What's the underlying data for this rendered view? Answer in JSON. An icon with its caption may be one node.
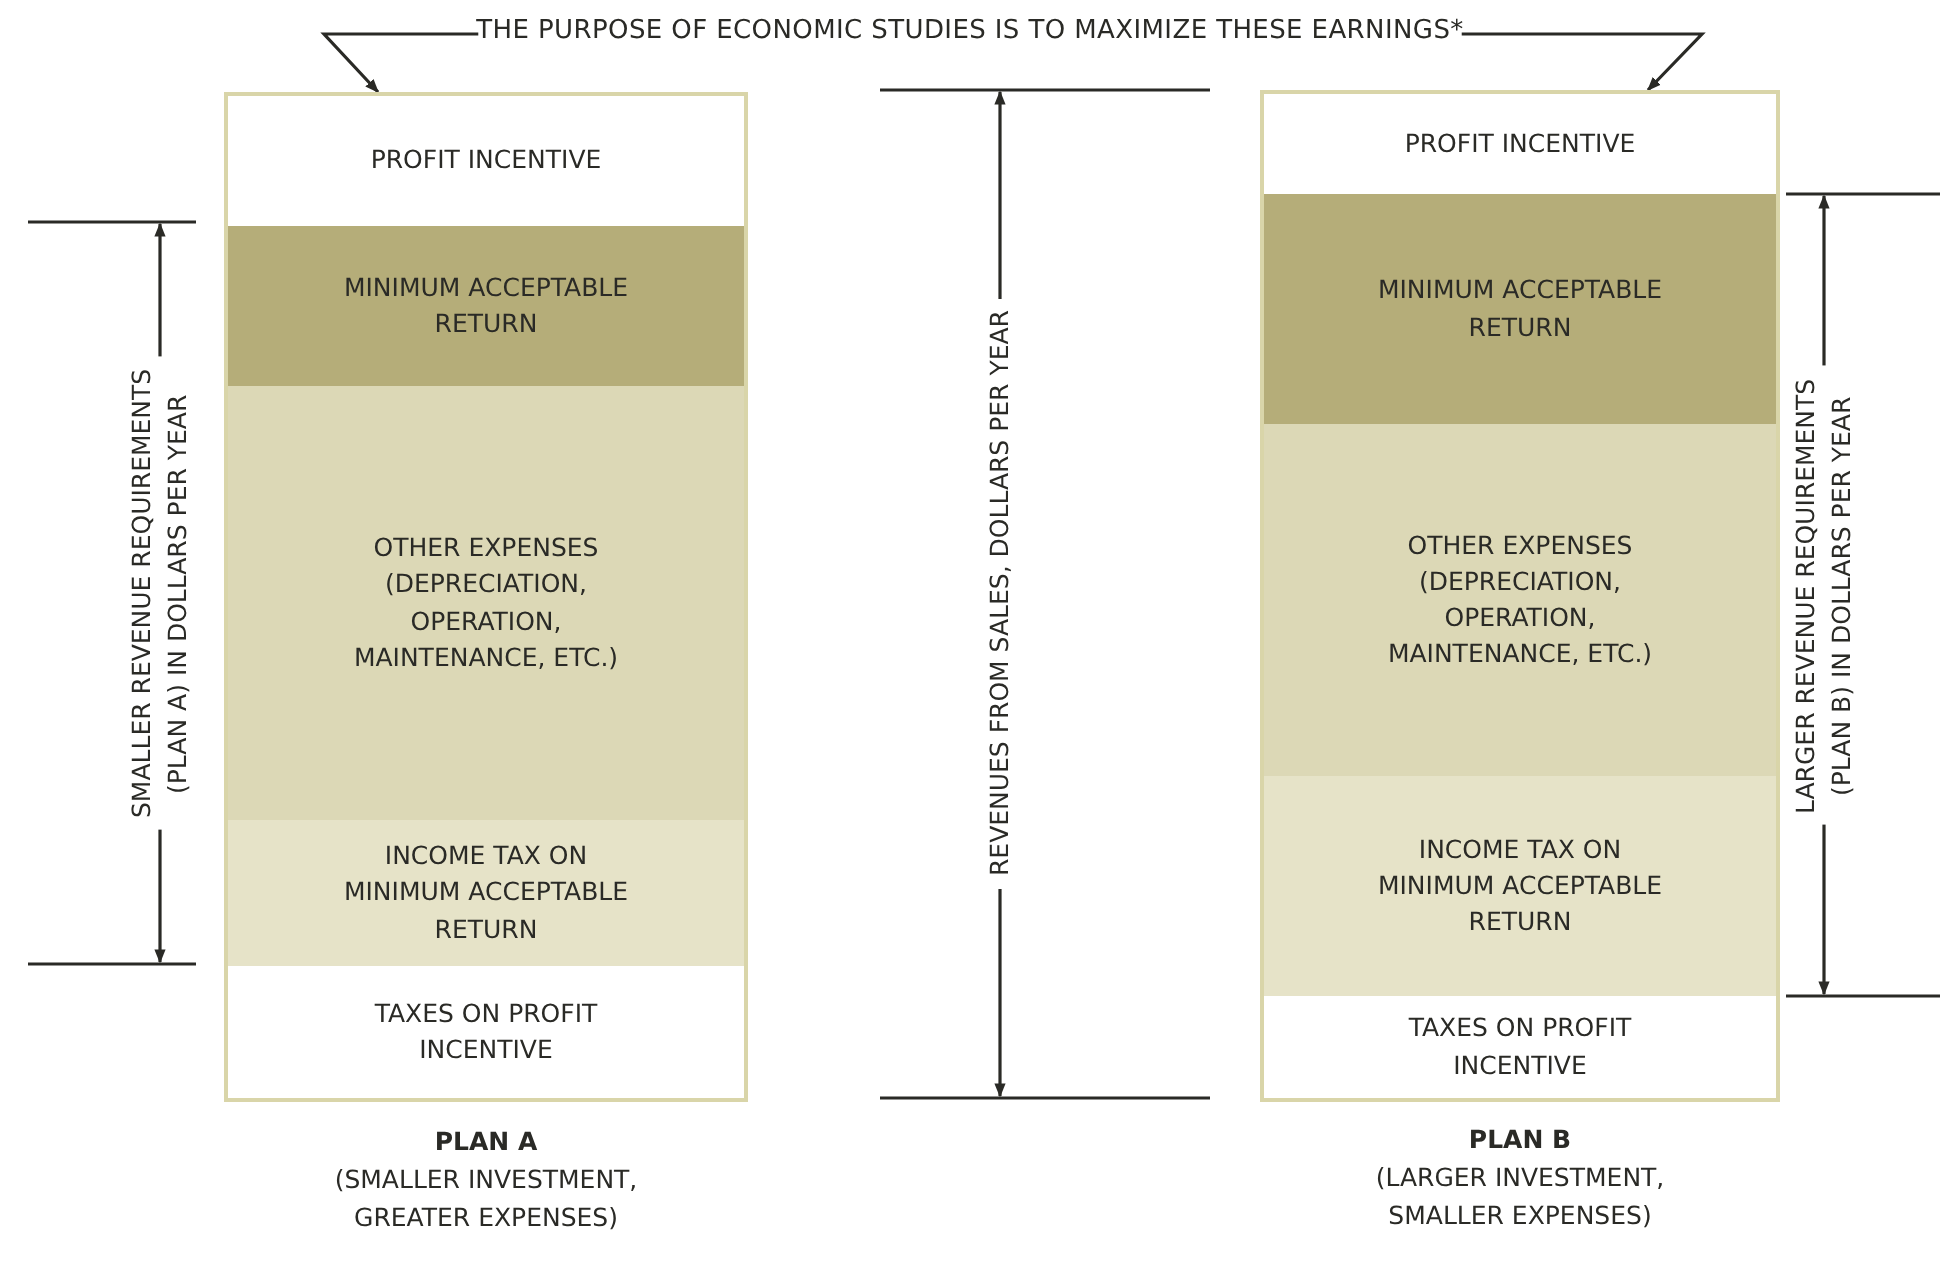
{
  "diagram": {
    "nodes": [
      {
        "text": [
          "THE PURPOSE OF ECONOMIC STUDIES IS TO MAXIMIZE THESE EARNINGS*"
        ]
      },
      {
        "text": [
          "PLAN A",
          "(SMALLER INVESTMENT, GREATER EXPENSES)"
        ]
      },
      {
        "text": [
          "PROFIT INCENTIVE"
        ],
        "in": 1
      },
      {
        "text": [
          "MINIMUM ACCEPTABLE RETURN"
        ],
        "in": 1
      },
      {
        "text": [
          "OTHER EXPENSES (DEPRECIATION, OPERATION, MAINTENANCE, ETC.)"
        ],
        "in": 1
      },
      {
        "text": [
          "INCOME TAX ON MINIMUM ACCEPTABLE RETURN"
        ],
        "in": 1
      },
      {
        "text": [
          "TAXES ON PROFIT INCENTIVE"
        ],
        "in": 1
      },
      {
        "text": [
          "PLAN B",
          "(LARGER INVESTMENT, SMALLER EXPENSES)"
        ]
      },
      {
        "text": [
          "PROFIT INCENTIVE"
        ],
        "in": 7
      },
      {
        "text": [
          "MINIMUM ACCEPTABLE RETURN"
        ],
        "in": 7
      },
      {
        "text": [
          "OTHER EXPENSES (DEPRECIATION, OPERATION, MAINTENANCE, ETC.)"
        ],
        "in": 7
      },
      {
        "text": [
          "INCOME TAX ON MINIMUM ACCEPTABLE RETURN"
        ],
        "in": 7
      },
      {
        "text": [
          "TAXES ON PROFIT INCENTIVE"
        ],
        "in": 7
      }
    ],
    "edges": [
      {
        "from": 0,
        "to": 2,
        "arrow": "to"
      },
      {
        "from": 0,
        "to": 8,
        "arrow": "to"
      }
    ],
    "labels": [
      "SMALLER REVENUE REQUIREMENTS (PLAN A) IN DOLLARS PER YEAR",
      "REVENUES FROM SALES, DOLLARS PER YEAR",
      "LARGER REVENUE REQUIREMENTS (PLAN B) IN DOLLARS PER YEAR"
    ]
  }
}
